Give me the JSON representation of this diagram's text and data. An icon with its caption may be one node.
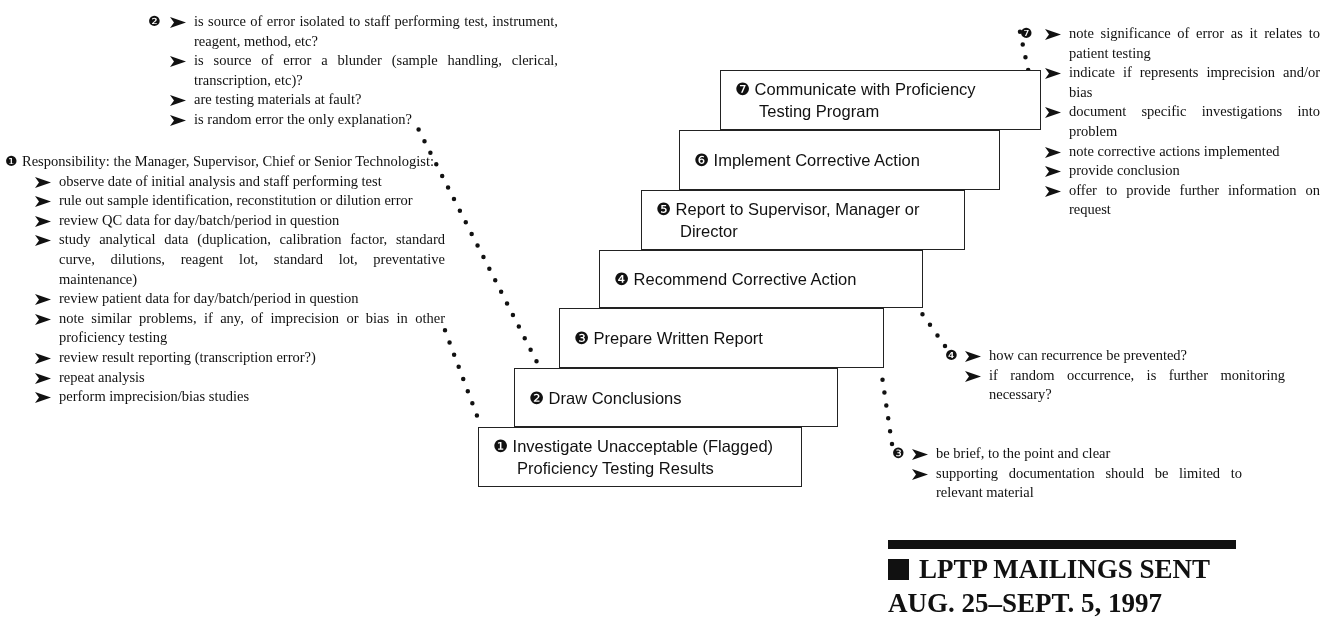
{
  "diagram": {
    "nodes": [
      {
        "text": [
          "❷",
          "is source of error isolated to staff performing test, instrument, reagent, method, etc?",
          "is source of error a blunder (sample handling, clerical, transcription, etc)?",
          "are testing materials at fault?",
          "is random error the only explanation?"
        ]
      },
      {
        "text": [
          "❼",
          "note significance of error as it relates to patient testing",
          "indicate if represents imprecision and/or bias",
          "document specific investigations into problem",
          "note corrective actions implemented",
          "provide conclusion",
          "offer to provide further information on request"
        ]
      },
      {
        "text": [
          "❼ Communicate with Proficiency Testing Program"
        ]
      },
      {
        "text": [
          "❻ Implement Corrective Action"
        ]
      },
      {
        "text": [
          "❺ Report to Supervisor, Manager or Director"
        ]
      },
      {
        "text": [
          "❹ Recommend Corrective Action"
        ]
      },
      {
        "text": [
          "❶",
          "Responsibility: the Manager, Supervisor, Chief or Senior Technologist:",
          "observe date of initial analysis and staff performing test",
          "rule out sample identification, reconstitution or dilution error",
          "review QC data for day/batch/period in question",
          "study analytical data (duplication, calibration factor, standard curve, dilutions, reagent lot, standard lot, preventative maintenance)",
          "review patient data for day/batch/period in question",
          "note similar problems, if any, of imprecision or bias in other proficiency testing",
          "review result reporting (transcription error?)",
          "repeat analysis",
          "perform imprecision/bias studies"
        ]
      },
      {
        "text": [
          "❸ Prepare Written Report"
        ]
      },
      {
        "text": [
          "❹",
          "how can recurrence be prevented?",
          "if random occurrence, is further monitoring necessary?"
        ]
      },
      {
        "text": [
          "❷ Draw Conclusions"
        ]
      },
      {
        "text": [
          "❶ Investigate Unacceptable (Flagged) Proficiency Testing Results"
        ]
      },
      {
        "text": [
          "❸",
          "be brief, to the point and clear",
          "supporting documentation should be limited to relevant material"
        ]
      }
    ],
    "edges": [
      {
        "from": 6,
        "to": 10,
        "arrow": "none",
        "style": "dashed"
      },
      {
        "from": 0,
        "to": 9,
        "arrow": "none",
        "style": "dashed"
      },
      {
        "from": 11,
        "to": 7,
        "arrow": "none",
        "style": "dashed"
      },
      {
        "from": 8,
        "to": 5,
        "arrow": "none",
        "style": "dashed"
      },
      {
        "from": 1,
        "to": 2,
        "arrow": "none",
        "style": "dashed"
      }
    ],
    "labels": [
      "LPTP MAILINGS SENT",
      "AUG. 25–SEPT. 5, 1997"
    ]
  }
}
